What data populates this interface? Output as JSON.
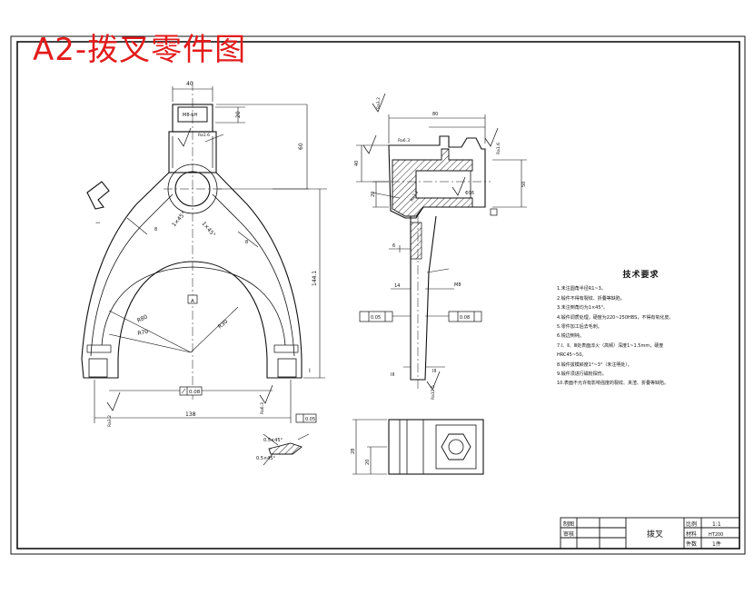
{
  "banner": {
    "title": "A2-拨叉零件图",
    "color": "#e31b1b"
  },
  "colors": {
    "line": "#111111",
    "hatch": "#111111",
    "paper": "#ffffff",
    "accent": "#e31b1b"
  },
  "front_view": {
    "dims": {
      "top_width": "40",
      "slot_depth": "20",
      "total_height": "60",
      "fork_height": "144.1",
      "base_width": "138",
      "radius_outer": "R80",
      "radius_inner": "R70",
      "radius_mid": "R30",
      "chamfer_left": "1×45°",
      "chamfer_right": "1×45°",
      "hole_spec": "M8-6H",
      "parallel_tol": "0.08",
      "datum_a": "A",
      "thickness_left": "8",
      "thickness_right": "8"
    },
    "roughness": [
      "Ra3.2",
      "Ra6.3",
      "Ra1.6"
    ],
    "section_marks": [
      "I",
      "I"
    ]
  },
  "side_view": {
    "dims": {
      "width": "80",
      "hole_dia": "Φ16",
      "height_a": "40",
      "height_b": "20",
      "height_c": "50",
      "thread": "M8",
      "rib_thk": "6",
      "length": "14"
    },
    "tolerances": [
      "0.05",
      "0.08"
    ],
    "roughness": [
      "Ra3.2",
      "Ra6.3",
      "Ra1.6",
      "Ra3.2",
      "Ra12.5"
    ],
    "section_marks": [
      "III",
      "III"
    ]
  },
  "detail_view": {
    "height": "28",
    "width": "20"
  },
  "section_detail": {
    "chamfer_top": "0.5×45°",
    "chamfer_bottom": "0.5×45°",
    "flatness": "0.05"
  },
  "notes": {
    "title": "技术要求",
    "items": [
      "1.未注圆角半径R1~3。",
      "2.锻件不得有裂纹、折叠等缺陷。",
      "3.未注倒角均为1×45°。",
      "4.锻件调质处理，硬度为220~250HBS，不得有氧化皮。",
      "5.零件加工后去毛刺。",
      "6.锐边倒钝。",
      "7.Ⅰ、Ⅱ、Ⅲ处表面淬火（高频）深度1~1.5mm，硬度",
      "  HRC45~50。",
      "8.锻件拔模斜度1°~3°（未注明处）。",
      "9.锻件须进行磁粉探伤。",
      "10.表面不允许有影响强度的裂纹、夹渣、折叠等缺陷。"
    ]
  },
  "title_block": {
    "part_name": "拨叉",
    "row_labels": [
      "制图",
      "审核"
    ],
    "scale_label": "比例",
    "scale_value": "1:1",
    "material_label": "材料",
    "material_value": "HT200",
    "count_label": "件数",
    "count_value": "1件"
  }
}
